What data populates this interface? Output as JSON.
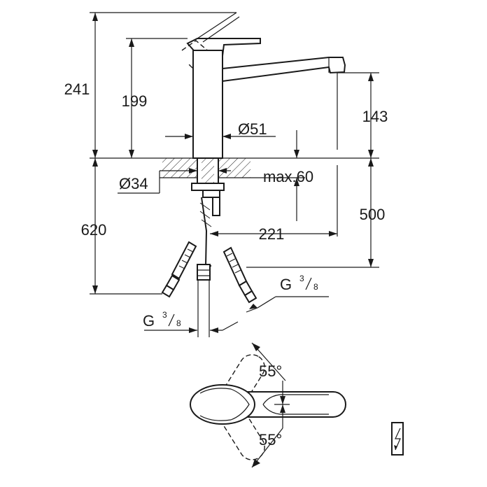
{
  "dimensions": {
    "height_total": "241",
    "height_body": "199",
    "spout_height": "143",
    "body_diameter": "Ø51",
    "hole_diameter": "Ø34",
    "deck_max": "max.60",
    "hose_length_total": "620",
    "hose_length": "500",
    "spout_reach": "221",
    "rotation_left": "55°",
    "rotation_right": "55°"
  },
  "thread_right": {
    "base": "G",
    "num": "3",
    "den": "8"
  },
  "thread_left": {
    "base": "G",
    "num": "3",
    "den": "8"
  },
  "colors": {
    "ink": "#1a1a1a",
    "background": "#ffffff"
  },
  "icons": [
    "electrical-symbol-icon"
  ]
}
